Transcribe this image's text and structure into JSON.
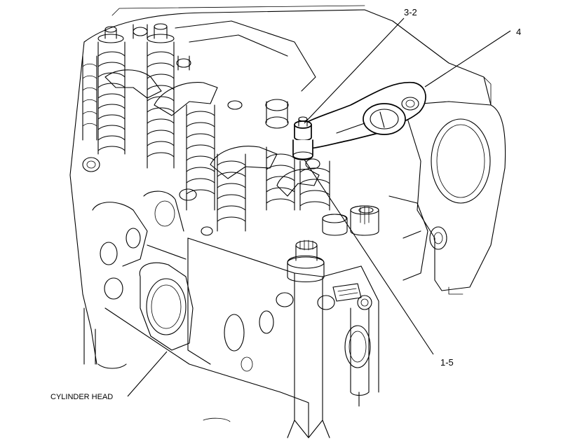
{
  "callouts": {
    "c32": "3-2",
    "c4": "4",
    "c15": "1-5",
    "cylinder_head": "CYLINDER HEAD"
  },
  "icons": {
    "engine": "cylinder-head-line-drawing"
  }
}
